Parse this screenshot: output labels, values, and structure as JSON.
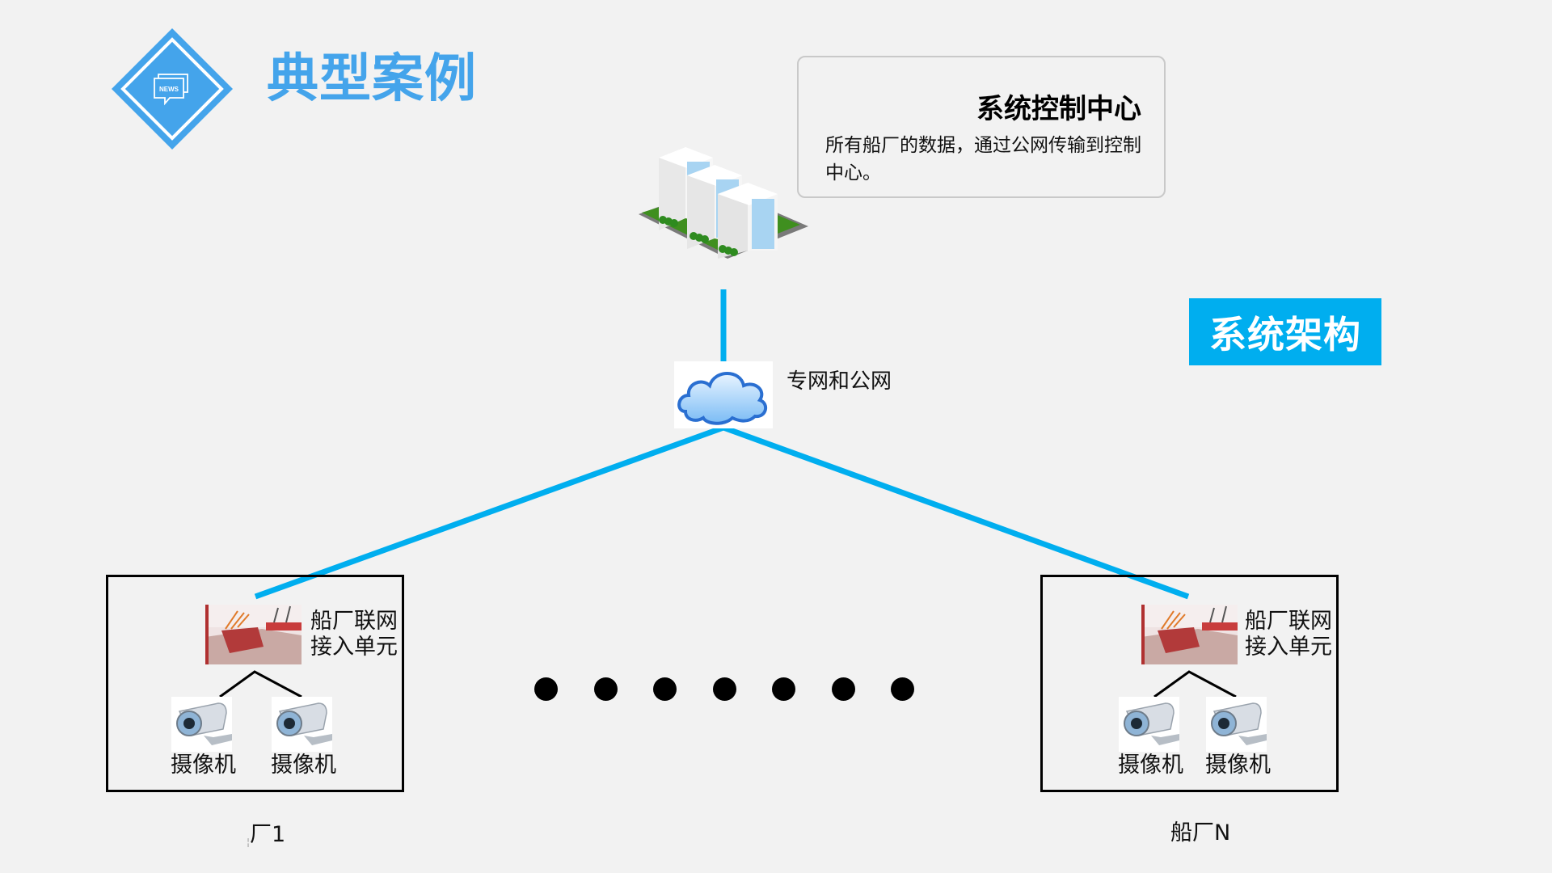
{
  "header": {
    "badge_text": "NEWS",
    "badge_icon": "news-chat-icon",
    "title": "典型案例"
  },
  "colors": {
    "title_blue": "#44a4eb",
    "link_blue": "#00aeef",
    "background": "#f2f2f2"
  },
  "control_center": {
    "icon": "office-building-icon",
    "title": "系统控制中心",
    "description": "所有船厂的数据，通过公网传输到控制中心。"
  },
  "network": {
    "icon": "cloud-icon",
    "label": "专网和公网"
  },
  "architecture_tag": "系统架构",
  "yards": [
    {
      "name": "厂1",
      "name_clipped_prefix": "¦",
      "unit_label_line1": "船厂联网",
      "unit_label_line2": "接入单元",
      "unit_icon": "shipyard-photo",
      "cameras": [
        {
          "label": "摄像机",
          "icon": "cctv-camera-icon"
        },
        {
          "label": "摄像机",
          "icon": "cctv-camera-icon"
        }
      ]
    },
    {
      "name": "船厂N",
      "unit_label_line1": "船厂联网",
      "unit_label_line2": "接入单元",
      "unit_icon": "shipyard-photo",
      "cameras": [
        {
          "label": "摄像机",
          "icon": "cctv-camera-icon"
        },
        {
          "label": "摄像机",
          "icon": "cctv-camera-icon"
        }
      ]
    }
  ],
  "ellipsis_dot_count": 7
}
